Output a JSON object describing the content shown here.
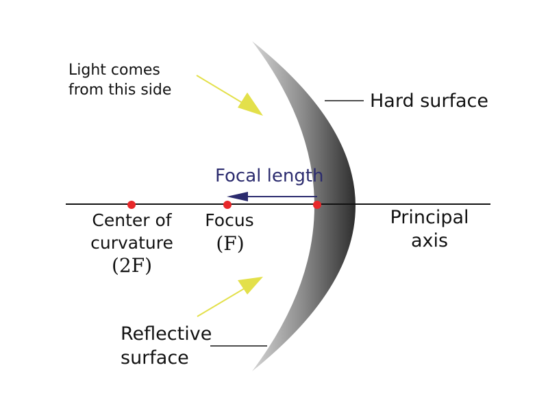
{
  "labels": {
    "light_line1": "Light comes",
    "light_line2": "from this side",
    "hard_surface": "Hard surface",
    "focal_length": "Focal length",
    "center_line1": "Center of",
    "center_line2": "curvature",
    "center_symbol": "(2F)",
    "focus": "Focus",
    "focus_symbol": "(F)",
    "axis_line1": "Principal",
    "axis_line2": "axis",
    "reflective_line1": "Reflective",
    "reflective_line2": "surface"
  },
  "colors": {
    "point": "#e8282a",
    "light_arrow": "#e3e04a",
    "focal_arrow": "#2b2b6e",
    "mirror_light": "#d4d4d4",
    "mirror_dark": "#1e1e1e",
    "axis": "#111111"
  },
  "icons": {
    "incoming_light": "arrow-icon",
    "focal_length": "arrow-left-icon"
  }
}
